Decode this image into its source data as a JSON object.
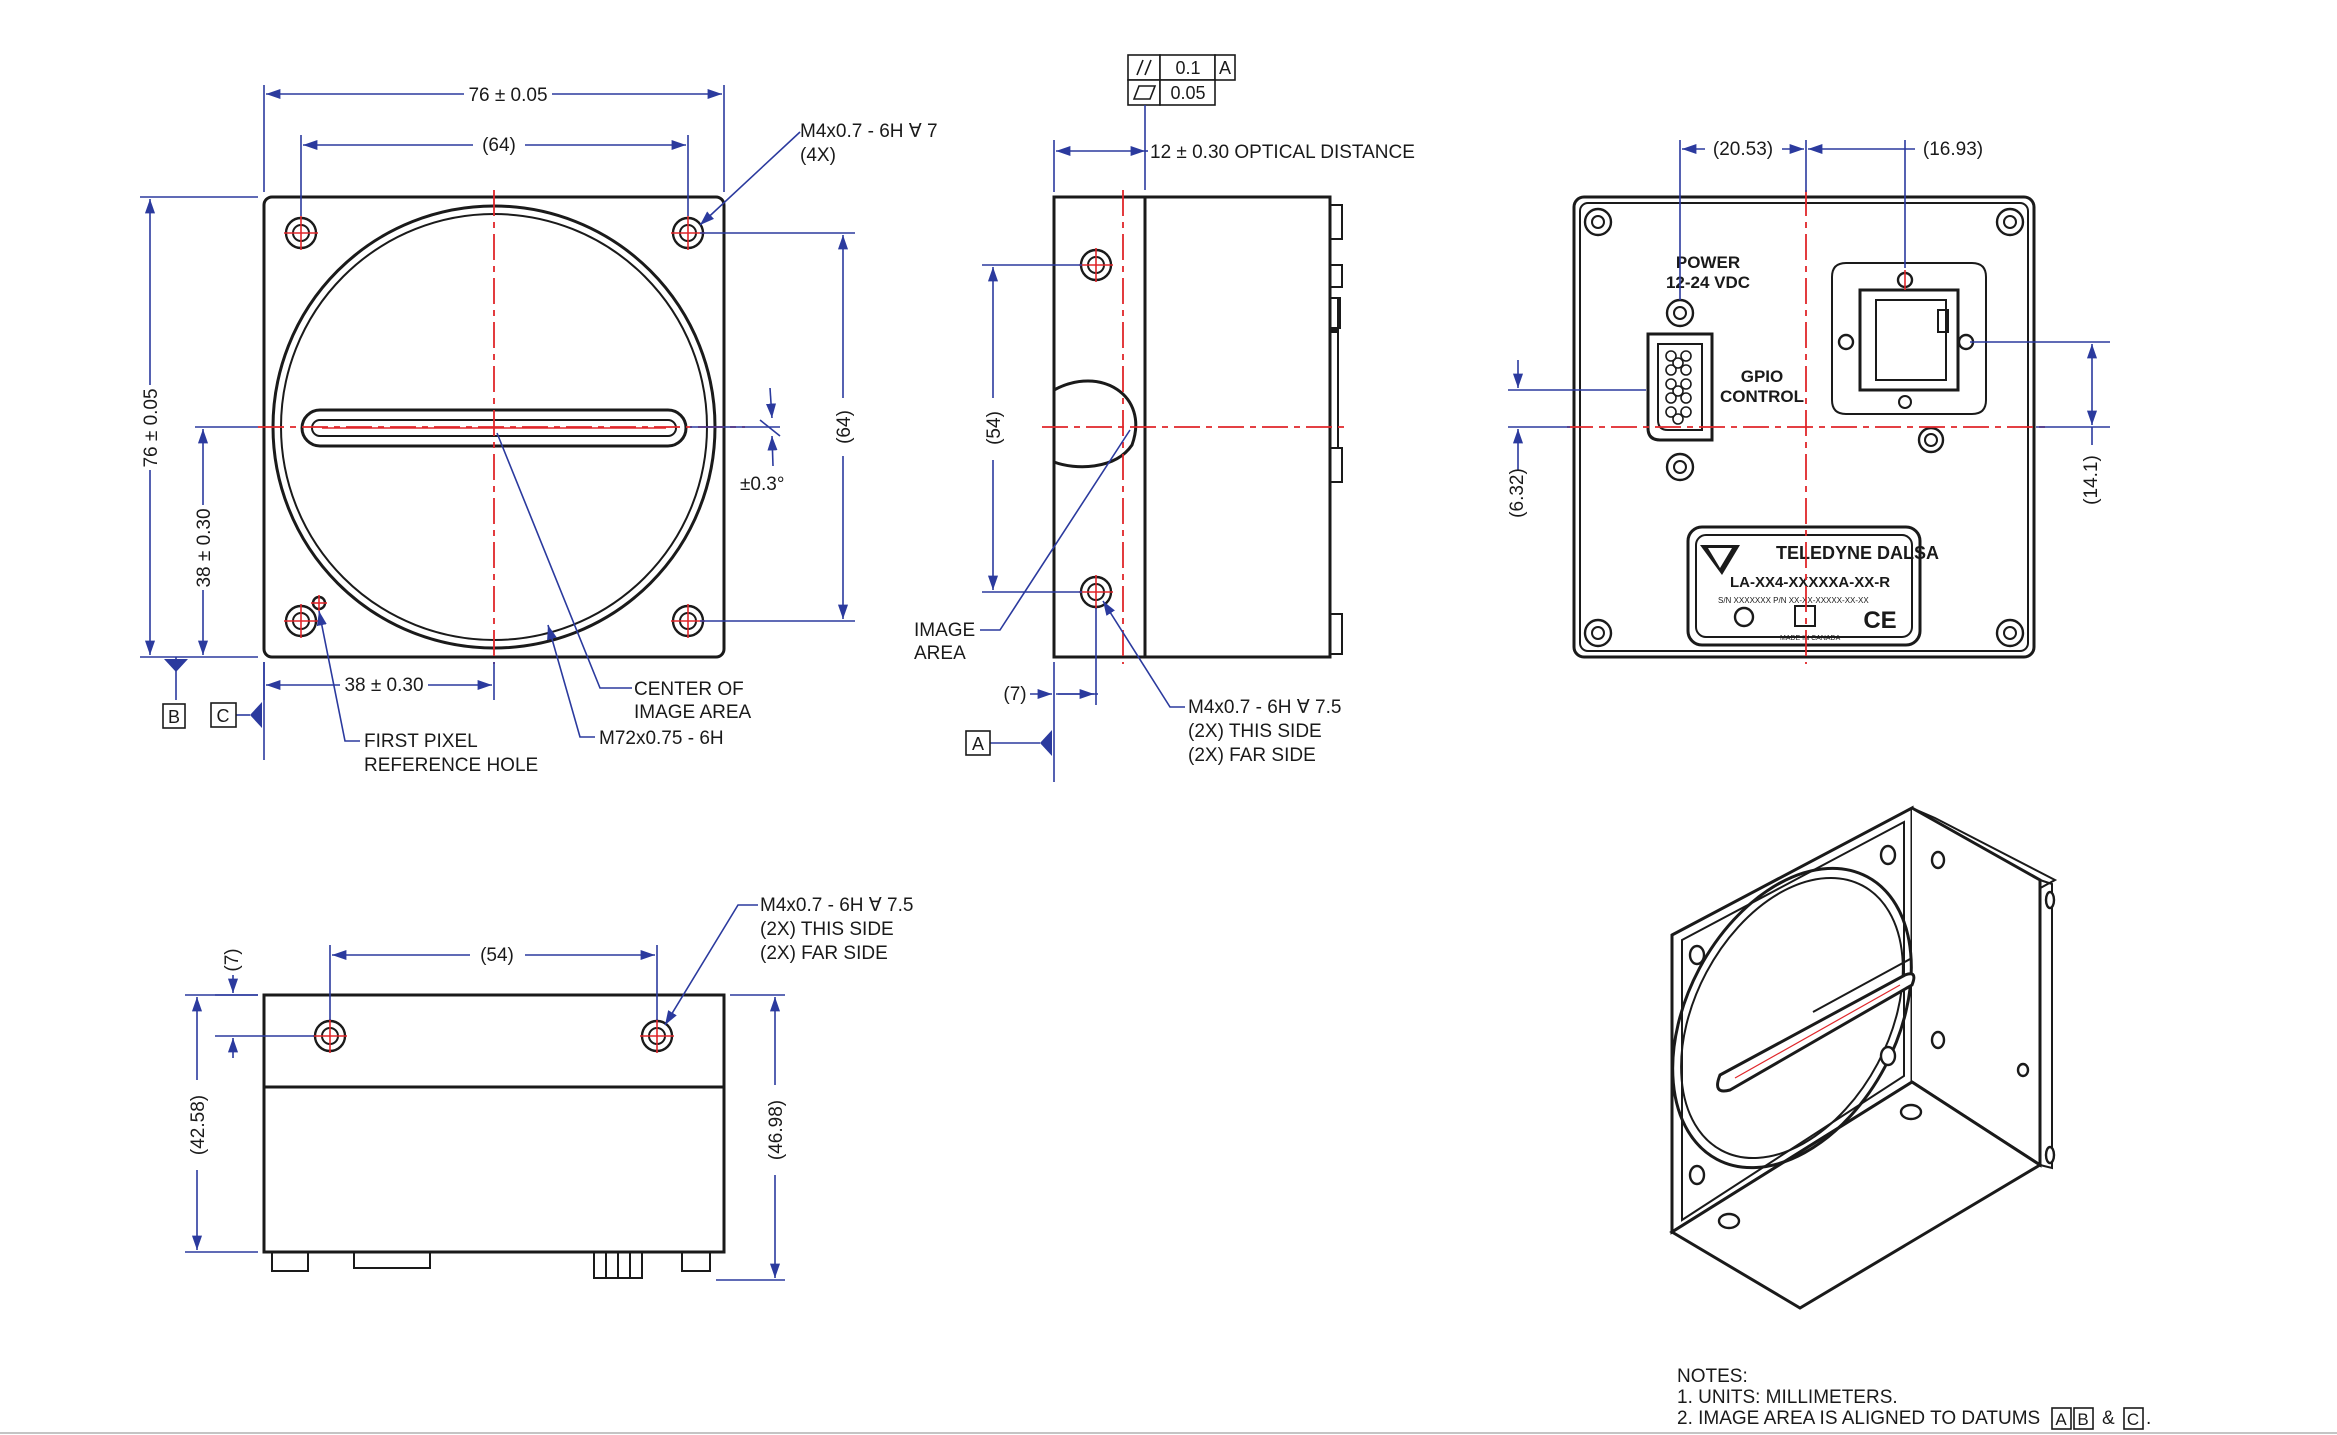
{
  "front_view": {
    "width_dim": "76 ± 0.05",
    "hole_spacing_dim": "(64)",
    "height_dim": "76 ± 0.05",
    "center_y_dim": "38 ± 0.30",
    "center_x_dim": "38 ± 0.30",
    "vertical_hole_spacing_dim": "(64)",
    "rotation_tol": "±0.3°",
    "thread_callout_1": "M4x0.7 - 6H ∀ 7",
    "thread_callout_2": "(4X)",
    "center_label_1": "CENTER OF",
    "center_label_2": "IMAGE AREA",
    "mount_thread": "M72x0.75 - 6H",
    "ref_hole_1": "FIRST PIXEL",
    "ref_hole_2": "REFERENCE HOLE",
    "datum_b": "B",
    "datum_c": "C"
  },
  "side_view": {
    "tol_parallel": "0.1",
    "tol_parallel_datum": "A",
    "tol_flatness": "0.05",
    "optical_distance": "12 ± 0.30 OPTICAL DISTANCE",
    "hole_spacing_dim": "(54)",
    "offset_dim": "(7)",
    "image_area_1": "IMAGE",
    "image_area_2": "AREA",
    "thread_1": "M4x0.7 - 6H ∀ 7.5",
    "thread_2": "(2X) THIS SIDE",
    "thread_3": "(2X) FAR SIDE",
    "datum_a": "A"
  },
  "rear_view": {
    "dim_left": "(20.53)",
    "dim_right": "(16.93)",
    "dim_vleft": "(6.32)",
    "dim_vright": "(14.1)",
    "power_1": "POWER",
    "power_2": "12-24 VDC",
    "gpio_1": "GPIO",
    "gpio_2": "CONTROL",
    "brand": "TELEDYNE DALSA",
    "model": "LA-XX4-XXXXXA-XX-R",
    "serial_line": "S/N XXXXXXX  P/N XX-XX-XXXXX-XX-XX",
    "made_in": "MADE IN CANADA",
    "ce": "CE"
  },
  "bottom_view": {
    "offset_dim": "(7)",
    "hole_spacing_dim": "(54)",
    "height_left": "(42.58)",
    "height_right": "(46.98)",
    "thread_1": "M4x0.7 - 6H ∀ 7.5",
    "thread_2": "(2X) THIS SIDE",
    "thread_3": "(2X) FAR SIDE"
  },
  "notes": {
    "title": "NOTES:",
    "note1": "1. UNITS: MILLIMETERS.",
    "note2_prefix": "2. IMAGE AREA IS ALIGNED TO DATUMS",
    "datum_a": "A",
    "datum_b": "B",
    "amp": "&",
    "datum_c": "C",
    "period": "."
  }
}
